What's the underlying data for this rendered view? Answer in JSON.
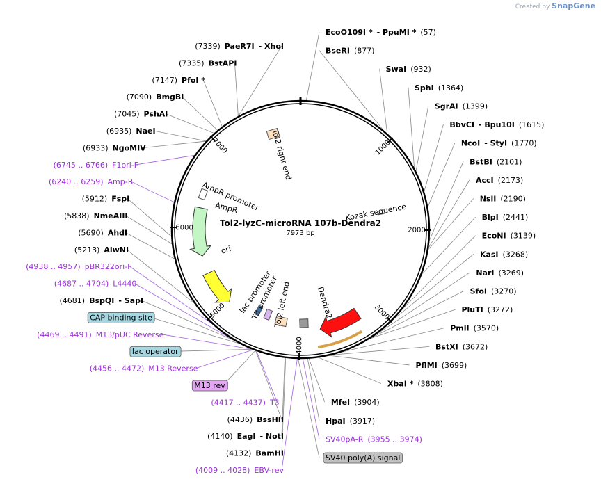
{
  "watermark": {
    "created_by": "Created by",
    "brand": "SnapGene"
  },
  "plasmid": {
    "name": "Tol2-lyzC-microRNA 107b-Dendra2",
    "size_label": "7973 bp",
    "length": 7973
  },
  "ticks": [
    {
      "pos": 1000,
      "label": "1000"
    },
    {
      "pos": 2000,
      "label": "2000"
    },
    {
      "pos": 3000,
      "label": "3000"
    },
    {
      "pos": 4000,
      "label": "4000"
    },
    {
      "pos": 5000,
      "label": "5000"
    },
    {
      "pos": 6000,
      "label": "6000"
    },
    {
      "pos": 7000,
      "label": "7000"
    }
  ],
  "features": [
    {
      "name": "Dendra2",
      "start": 3230,
      "end": 3740,
      "color": "#ff1010",
      "dir": "forward"
    },
    {
      "name": "AmpR",
      "start": 5645,
      "end": 6250,
      "color": "#c4f5c4",
      "dir": "reverse"
    },
    {
      "name": "ori",
      "start": 4970,
      "end": 5420,
      "color": "#ffff33",
      "dir": "reverse"
    }
  ],
  "labels_left": [
    {
      "pos": 7339,
      "num": "(7339)",
      "name": "PaeR7I",
      "extra": "- XhoI",
      "color": "#000000",
      "fw": "bold"
    },
    {
      "pos": 7335,
      "num": "(7335)",
      "name": "BstAPI",
      "extra": "",
      "color": "#000000",
      "fw": "bold"
    },
    {
      "pos": 7147,
      "num": "(7147)",
      "name": "PfoI *",
      "extra": "",
      "color": "#000000",
      "fw": "bold"
    },
    {
      "pos": 7090,
      "num": "(7090)",
      "name": "BmgBI",
      "extra": "",
      "color": "#000000",
      "fw": "bold"
    },
    {
      "pos": 7045,
      "num": "(7045)",
      "name": "PshAI",
      "extra": "",
      "color": "#000000",
      "fw": "bold"
    },
    {
      "pos": 6935,
      "num": "(6935)",
      "name": "NaeI",
      "extra": "",
      "color": "#000000",
      "fw": "bold"
    },
    {
      "pos": 6933,
      "num": "(6933)",
      "name": "NgoMIV",
      "extra": "",
      "color": "#000000",
      "fw": "bold"
    },
    {
      "pos": 6755,
      "num": "(6745 .. 6766)",
      "name": "F1ori-F",
      "extra": "",
      "color": "#9b30d9",
      "fw": "normal"
    },
    {
      "pos": 6250,
      "num": "(6240 .. 6259)",
      "name": "Amp-R",
      "extra": "",
      "color": "#9b30d9",
      "fw": "normal"
    },
    {
      "pos": 5912,
      "num": "(5912)",
      "name": "FspI",
      "extra": "",
      "color": "#000000",
      "fw": "bold"
    },
    {
      "pos": 5838,
      "num": "(5838)",
      "name": "NmeAIII",
      "extra": "",
      "color": "#000000",
      "fw": "bold"
    },
    {
      "pos": 5690,
      "num": "(5690)",
      "name": "AhdI",
      "extra": "",
      "color": "#000000",
      "fw": "bold"
    },
    {
      "pos": 5213,
      "num": "(5213)",
      "name": "AlwNI",
      "extra": "",
      "color": "#000000",
      "fw": "bold"
    },
    {
      "pos": 4947,
      "num": "(4938 .. 4957)",
      "name": "pBR322ori-F",
      "extra": "",
      "color": "#9b30d9",
      "fw": "normal"
    },
    {
      "pos": 4695,
      "num": "(4687 .. 4704)",
      "name": "L4440",
      "extra": "",
      "color": "#9b30d9",
      "fw": "normal"
    },
    {
      "pos": 4681,
      "num": "(4681)",
      "name": "BspQI",
      "extra": "- SapI",
      "color": "#000000",
      "fw": "bold"
    },
    {
      "pos": 4610,
      "num": "",
      "name": "CAP binding site",
      "extra": "",
      "color": "#000000",
      "fw": "normal",
      "box": "#a6d6e0"
    },
    {
      "pos": 4480,
      "num": "(4469 .. 4491)",
      "name": "M13/pUC Reverse",
      "extra": "",
      "color": "#9b30d9",
      "fw": "normal"
    },
    {
      "pos": 4475,
      "num": "",
      "name": "lac operator",
      "extra": "",
      "color": "#000000",
      "fw": "normal",
      "box": "#a6d6e0"
    },
    {
      "pos": 4464,
      "num": "(4456 .. 4472)",
      "name": "M13 Reverse",
      "extra": "",
      "color": "#9b30d9",
      "fw": "normal"
    },
    {
      "pos": 4440,
      "num": "",
      "name": "M13 rev",
      "extra": "",
      "color": "#000000",
      "fw": "normal",
      "box": "#e2a6f2"
    },
    {
      "pos": 4427,
      "num": "(4417 .. 4437)",
      "name": "T3",
      "extra": "",
      "color": "#9b30d9",
      "fw": "normal"
    },
    {
      "pos": 4436,
      "num": "(4436)",
      "name": "BssHII",
      "extra": "",
      "color": "#000000",
      "fw": "bold"
    },
    {
      "pos": 4140,
      "num": "(4140)",
      "name": "EagI",
      "extra": "- NotI",
      "color": "#000000",
      "fw": "bold"
    },
    {
      "pos": 4132,
      "num": "(4132)",
      "name": "BamHI",
      "extra": "",
      "color": "#000000",
      "fw": "bold"
    },
    {
      "pos": 4018,
      "num": "(4009 .. 4028)",
      "name": "EBV-rev",
      "extra": "",
      "color": "#9b30d9",
      "fw": "normal"
    }
  ],
  "labels_right": [
    {
      "pos": 57,
      "name": "EcoO109I *",
      "extra": "- PpuMI *",
      "num": "(57)",
      "color": "#000000",
      "fw": "bold"
    },
    {
      "pos": 877,
      "name": "BseRI",
      "extra": "",
      "num": "(877)",
      "color": "#000000",
      "fw": "bold"
    },
    {
      "pos": 932,
      "name": "SwaI",
      "extra": "",
      "num": "(932)",
      "color": "#000000",
      "fw": "bold"
    },
    {
      "pos": 1364,
      "name": "SphI",
      "extra": "",
      "num": "(1364)",
      "color": "#000000",
      "fw": "bold"
    },
    {
      "pos": 1399,
      "name": "SgrAI",
      "extra": "",
      "num": "(1399)",
      "color": "#000000",
      "fw": "bold"
    },
    {
      "pos": 1615,
      "name": "BbvCI",
      "extra": "- Bpu10I",
      "num": "(1615)",
      "color": "#000000",
      "fw": "bold"
    },
    {
      "pos": 1770,
      "name": "NcoI",
      "extra": "- StyI",
      "num": "(1770)",
      "color": "#000000",
      "fw": "bold"
    },
    {
      "pos": 2101,
      "name": "BstBI",
      "extra": "",
      "num": "(2101)",
      "color": "#000000",
      "fw": "bold"
    },
    {
      "pos": 2173,
      "name": "AccI",
      "extra": "",
      "num": "(2173)",
      "color": "#000000",
      "fw": "bold"
    },
    {
      "pos": 2190,
      "name": "NsiI",
      "extra": "",
      "num": "(2190)",
      "color": "#000000",
      "fw": "bold"
    },
    {
      "pos": 2441,
      "name": "BlpI",
      "extra": "",
      "num": "(2441)",
      "color": "#000000",
      "fw": "bold"
    },
    {
      "pos": 3139,
      "name": "EcoNI",
      "extra": "",
      "num": "(3139)",
      "color": "#000000",
      "fw": "bold"
    },
    {
      "pos": 3268,
      "name": "KasI",
      "extra": "",
      "num": "(3268)",
      "color": "#000000",
      "fw": "bold"
    },
    {
      "pos": 3269,
      "name": "NarI",
      "extra": "",
      "num": "(3269)",
      "color": "#000000",
      "fw": "bold"
    },
    {
      "pos": 3270,
      "name": "SfoI",
      "extra": "",
      "num": "(3270)",
      "color": "#000000",
      "fw": "bold"
    },
    {
      "pos": 3272,
      "name": "PluTI",
      "extra": "",
      "num": "(3272)",
      "color": "#000000",
      "fw": "bold"
    },
    {
      "pos": 3570,
      "name": "PmlI",
      "extra": "",
      "num": "(3570)",
      "color": "#000000",
      "fw": "bold"
    },
    {
      "pos": 3672,
      "name": "BstXI",
      "extra": "",
      "num": "(3672)",
      "color": "#000000",
      "fw": "bold"
    },
    {
      "pos": 3699,
      "name": "PflMI",
      "extra": "",
      "num": "(3699)",
      "color": "#000000",
      "fw": "bold"
    },
    {
      "pos": 3808,
      "name": "XbaI *",
      "extra": "",
      "num": "(3808)",
      "color": "#000000",
      "fw": "bold"
    },
    {
      "pos": 3904,
      "name": "MfeI",
      "extra": "",
      "num": "(3904)",
      "color": "#000000",
      "fw": "bold"
    },
    {
      "pos": 3917,
      "name": "HpaI",
      "extra": "",
      "num": "(3917)",
      "color": "#000000",
      "fw": "bold"
    },
    {
      "pos": 3964,
      "name": "SV40pA-R",
      "extra": "",
      "num": "(3955 .. 3974)",
      "color": "#9b30d9",
      "fw": "normal"
    },
    {
      "pos": 4010,
      "name": "SV40 poly(A) signal",
      "extra": "",
      "num": "",
      "color": "#000000",
      "fw": "normal",
      "box": "#c0c0c0"
    }
  ],
  "inner_labels": [
    {
      "pos": 7620,
      "text": "Tol2 right end"
    },
    {
      "pos": 6500,
      "text": "AmpR promoter"
    },
    {
      "pos": 6300,
      "text": "AmpR"
    },
    {
      "pos": 5600,
      "text": "ori"
    },
    {
      "pos": 4740,
      "text": "lac promoter"
    },
    {
      "pos": 4560,
      "text": "T3 promoter"
    },
    {
      "pos": 4250,
      "text": "Tol2 left end"
    },
    {
      "pos": 3620,
      "text": "Dendra2"
    },
    {
      "pos": 1750,
      "text": "Kozak sequence"
    }
  ]
}
